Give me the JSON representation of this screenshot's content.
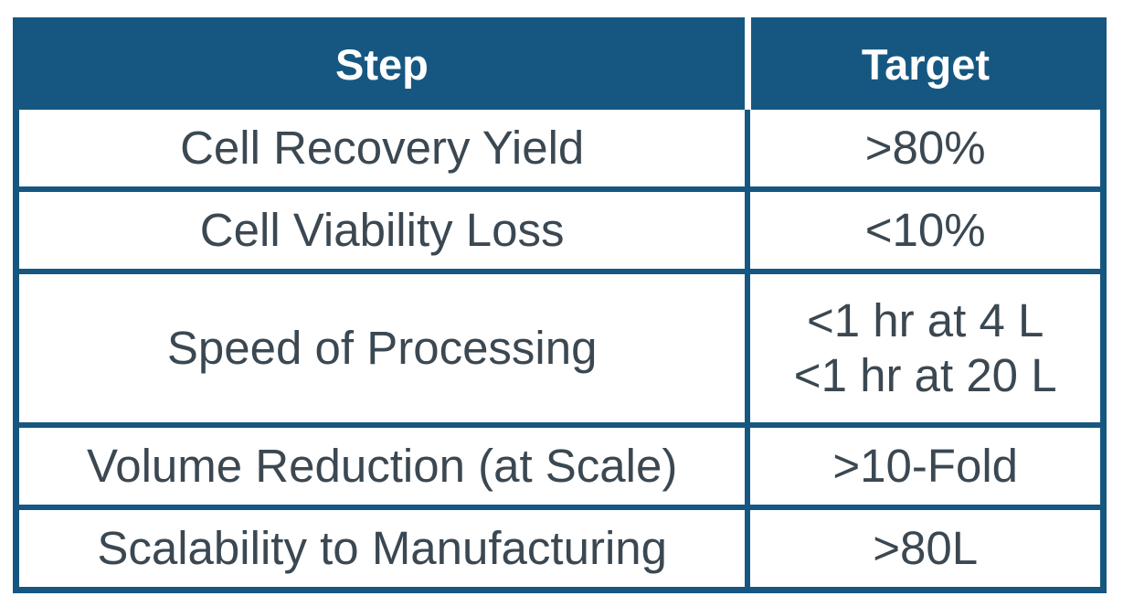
{
  "colors": {
    "accent_blue": "#165781",
    "header_text": "#ffffff",
    "body_text": "#3b4852",
    "background": "#ffffff"
  },
  "chart_data": {
    "type": "table",
    "title": "",
    "columns": [
      "Step",
      "Target"
    ],
    "rows": [
      [
        "Cell Recovery Yield",
        ">80%"
      ],
      [
        "Cell Viability Loss",
        "<10%"
      ],
      [
        "Speed of Processing",
        "<1 hr at 4 L\n<1 hr at 20 L"
      ],
      [
        "Volume Reduction (at Scale)",
        ">10-Fold"
      ],
      [
        "Scalability to Manufacturing",
        ">80L"
      ]
    ],
    "layout_hints": {
      "header_style": "solid blue background, white bold centered text",
      "body_style": "white background, dark slate centered text, blue grid borders",
      "column_width_ratio": [
        0.673,
        0.327
      ]
    }
  }
}
